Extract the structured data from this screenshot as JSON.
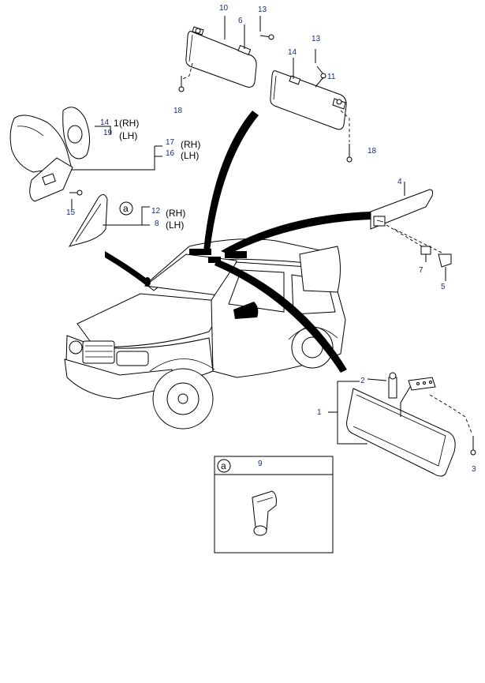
{
  "callouts": {
    "p10": "10",
    "p13a": "13",
    "p6": "6",
    "p18a": "18",
    "p13b": "13",
    "p14b": "14",
    "p11": "11",
    "p18b": "18",
    "p14a": "14",
    "p19": "19",
    "p1rh": "1",
    "p17": "17",
    "p16": "16",
    "p15": "15",
    "p12": "12",
    "p8": "8",
    "p4": "4",
    "p7": "7",
    "p5": "5",
    "p2": "2",
    "p1": "1",
    "p3": "3",
    "p9": "9"
  },
  "side_labels": {
    "rh_a": "(RH)",
    "lh_a": "(LH)",
    "rh_b": "(RH)",
    "lh_b": "(LH)",
    "rh_c": "(RH)",
    "lh_c": "(LH)"
  },
  "circle_letter": {
    "main": "a",
    "detail": "a"
  }
}
